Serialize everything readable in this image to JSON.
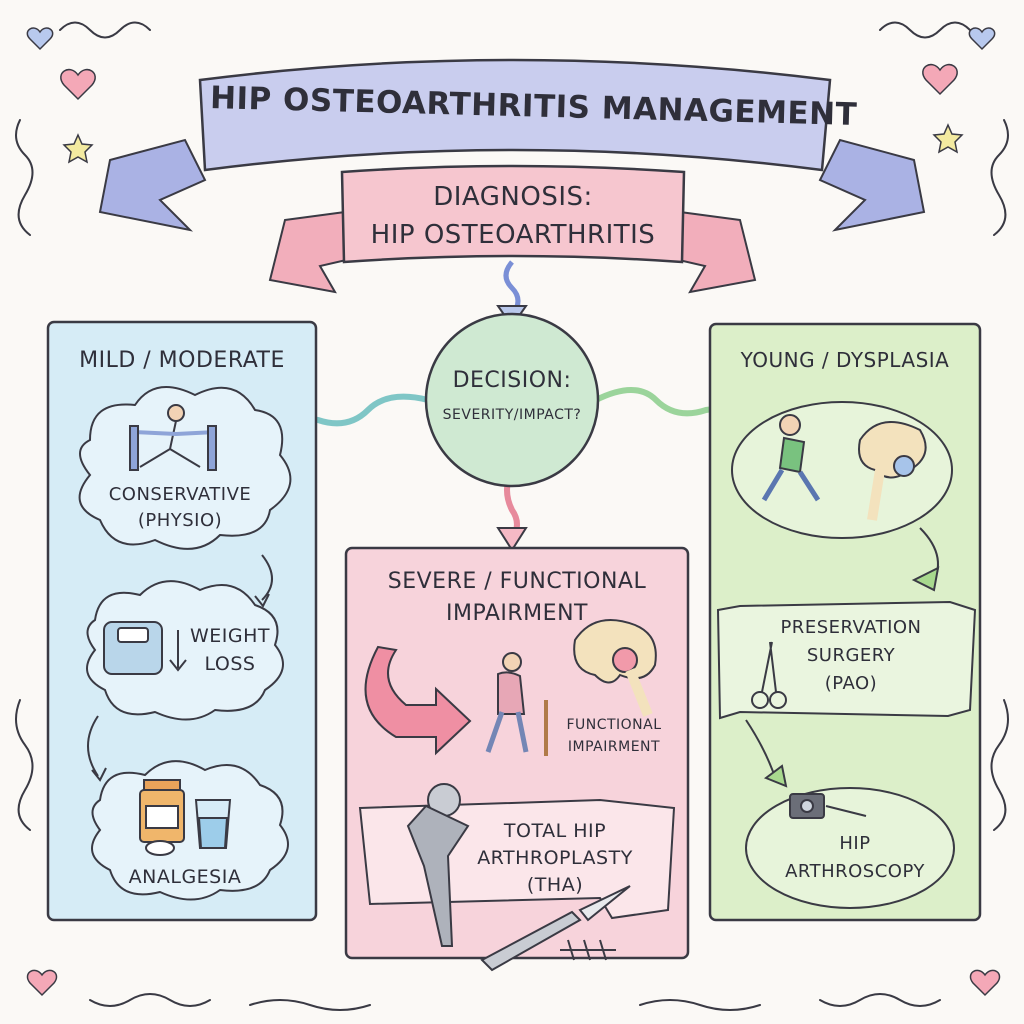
{
  "title": "HIP OSTEOARTHRITIS MANAGEMENT",
  "diagnosis": {
    "line1": "DIAGNOSIS:",
    "line2": "HIP OSTEOARTHRITIS"
  },
  "decision": {
    "line1": "DECISION:",
    "line2": "SEVERITY/IMPACT?"
  },
  "left_panel": {
    "header": "MILD / MODERATE",
    "steps": [
      {
        "line1": "CONSERVATIVE",
        "line2": "(PHYSIO)"
      },
      {
        "line1": "WEIGHT",
        "line2": "LOSS"
      },
      {
        "line1": "ANALGESIA"
      }
    ]
  },
  "middle_panel": {
    "header_line1": "SEVERE / FUNCTIONAL",
    "header_line2": "IMPAIRMENT",
    "impairment_line1": "FUNCTIONAL",
    "impairment_line2": "IMPAIRMENT",
    "surgery_line1": "TOTAL HIP",
    "surgery_line2": "ARTHROPLASTY",
    "surgery_line3": "(THA)"
  },
  "right_panel": {
    "header": "YOUNG / DYSPLASIA",
    "preservation_line1": "PRESERVATION",
    "preservation_line2": "SURGERY",
    "preservation_line3": "(PAO)",
    "arthroscopy_line1": "HIP",
    "arthroscopy_line2": "ARTHROSCOPY"
  },
  "colors": {
    "title_ribbon": "#c9cdee",
    "diagnosis_ribbon": "#f6c6cf",
    "decision_circle": "#cfe9d2",
    "left_panel": "#d6ecf6",
    "middle_panel": "#f7d3db",
    "right_panel": "#dcefc9",
    "ink": "#2f2f3a"
  }
}
